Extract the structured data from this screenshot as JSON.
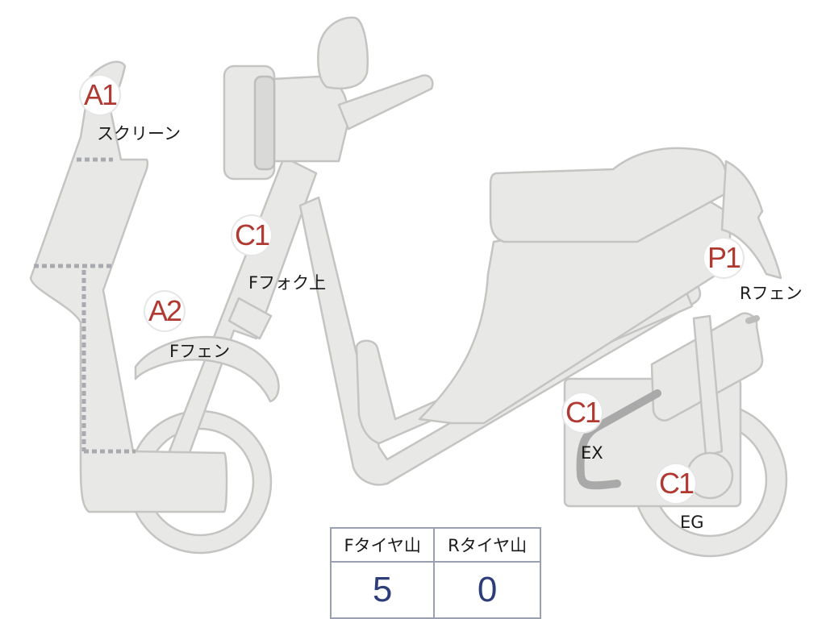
{
  "markers": [
    {
      "code": "A1",
      "label": "スクリーン"
    },
    {
      "code": "C1",
      "label": "Fフォク上"
    },
    {
      "code": "A2",
      "label": "Fフェン"
    },
    {
      "code": "P1",
      "label": "Rフェン"
    },
    {
      "code": "C1",
      "label": "EX"
    },
    {
      "code": "C1",
      "label": "EG"
    }
  ],
  "tire_table": {
    "headers": [
      "Fタイヤ山",
      "Rタイヤ山"
    ],
    "values": [
      "5",
      "0"
    ]
  },
  "colors": {
    "marker_code": "#b03a32",
    "value_text": "#2d3d7a",
    "body_fill": "#e8e8e6"
  }
}
